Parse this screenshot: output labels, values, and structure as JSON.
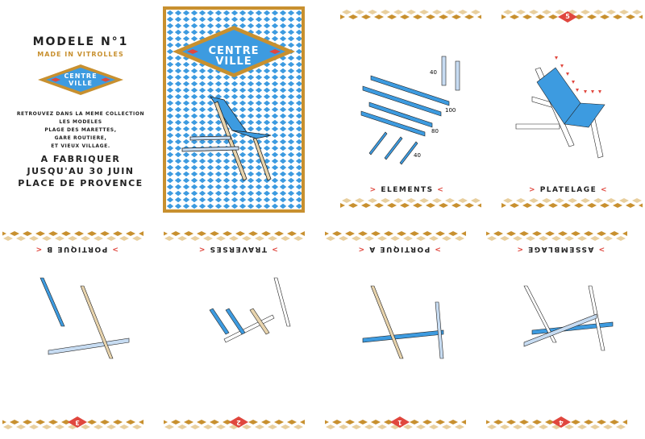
{
  "colors": {
    "gold": "#c8902f",
    "gold_light": "#e8cf9e",
    "blue": "#3d9be0",
    "red": "#e0473e",
    "light_blue": "#c7dcf2"
  },
  "back_cover": {
    "title": "MODELE N°1",
    "subtitle": "MADE IN VITROLLES",
    "logo_line1": "CENTRE",
    "logo_line2": "VILLE",
    "collection": [
      "RETROUVEZ DANS LA MEME COLLECTION",
      "LES MODELES",
      "PLAGE DES MARETTES,",
      "GARE ROUTIERE,",
      "ET VIEUX VILLAGE."
    ],
    "call": [
      "A FABRIQUER",
      "JUSQU'AU 30 JUIN",
      "PLACE DE PROVENCE"
    ]
  },
  "front_cover": {
    "logo_line1": "CENTRE",
    "logo_line2": "VILLE"
  },
  "pages": {
    "elements": {
      "caption": "ELEMENTS",
      "dims": [
        "40",
        "100",
        "80",
        "40"
      ]
    },
    "platelage": {
      "caption": "PLATELAGE",
      "number": "5"
    },
    "portique_b": {
      "caption": "PORTIQUE B",
      "number": "3"
    },
    "traverses": {
      "caption": "TRAVERSES",
      "number": "2"
    },
    "portique_a": {
      "caption": "PORTIQUE A",
      "number": "1"
    },
    "assemblage": {
      "caption": "ASSEMBLAGE",
      "number": "4"
    }
  },
  "chevron_left": ">",
  "chevron_right": "<"
}
